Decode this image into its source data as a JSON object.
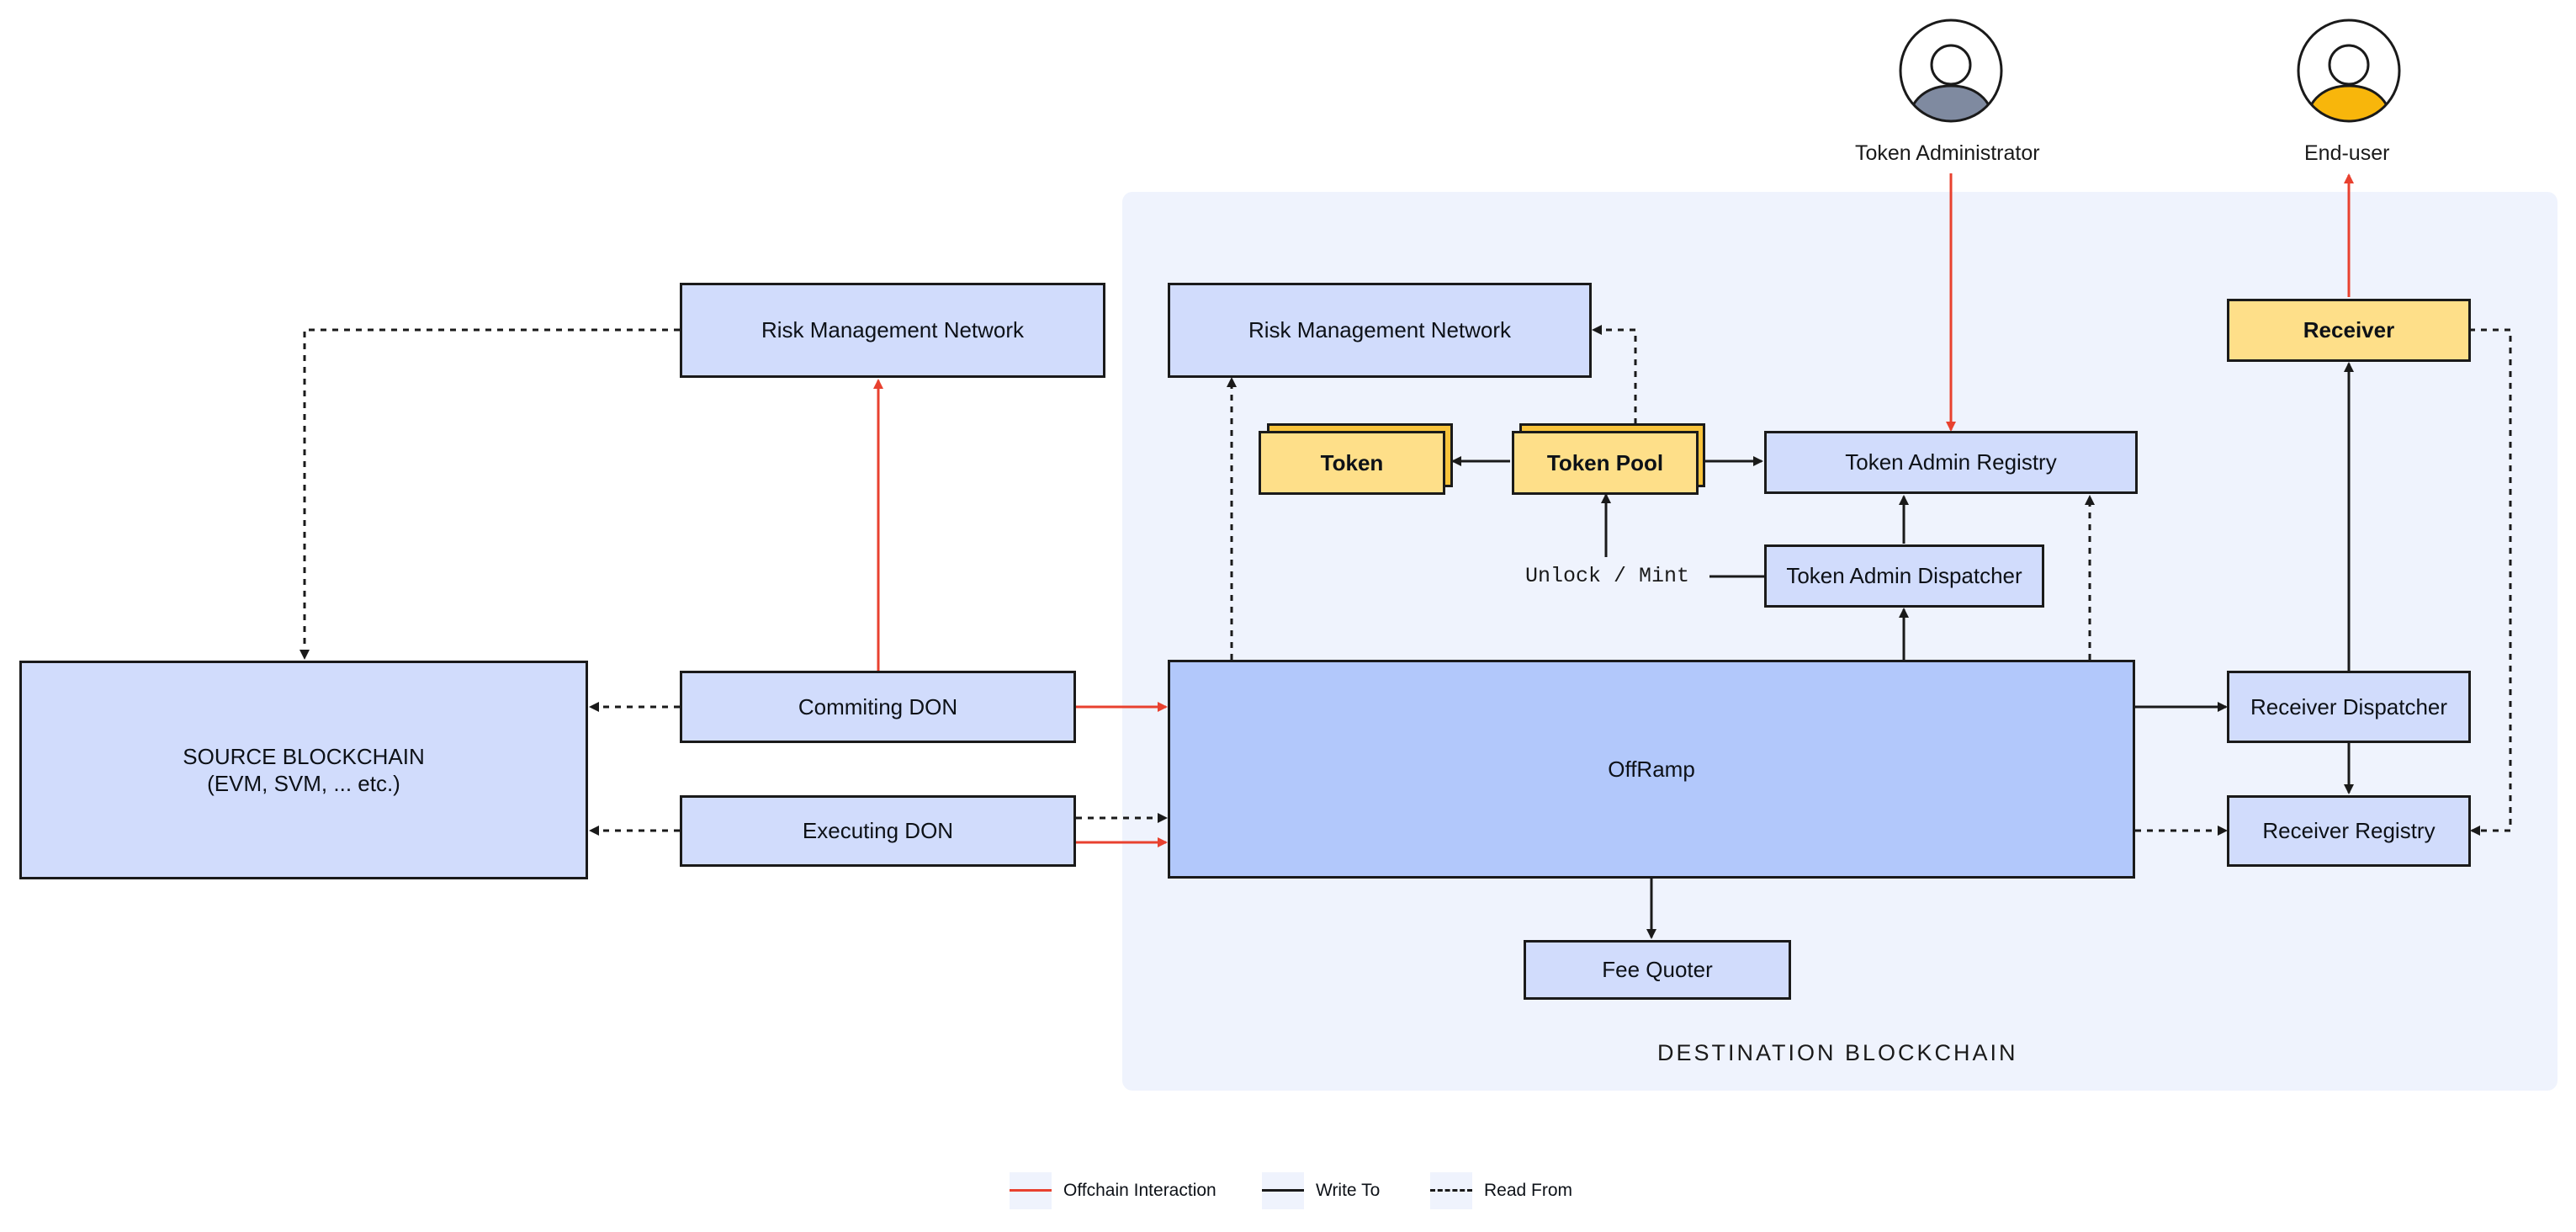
{
  "colors": {
    "offchain": "#e8412f",
    "write": "#1a1a1a",
    "box_blue": "#d1dcfc",
    "box_blue_strong": "#b2c8fb",
    "box_yellow": "#fedf89",
    "region": "#eff3fd",
    "admin_avatar": "#7f8aa0",
    "user_avatar": "#f8b60b"
  },
  "actors": {
    "token_admin": {
      "label": "Token Administrator",
      "icon": "user-icon"
    },
    "end_user": {
      "label": "End-user",
      "icon": "user-icon"
    }
  },
  "source": {
    "risk_management": "Risk Management Network",
    "source_blockchain": "SOURCE BLOCKCHAIN\n(EVM, SVM, ... etc.)",
    "committing_don": "Commiting DON",
    "executing_don": "Executing DON"
  },
  "destination": {
    "title": "DESTINATION BLOCKCHAIN",
    "risk_management": "Risk Management Network",
    "token": "Token",
    "token_pool": "Token Pool",
    "token_admin_registry": "Token Admin Registry",
    "unlock_mint": "Unlock / Mint",
    "token_admin_dispatcher": "Token Admin Dispatcher",
    "offramp": "OffRamp",
    "fee_quoter": "Fee Quoter",
    "receiver": "Receiver",
    "receiver_dispatcher": "Receiver Dispatcher",
    "receiver_registry": "Receiver Registry"
  },
  "legend": {
    "offchain": "Offchain Interaction",
    "write": "Write To",
    "read": "Read From"
  }
}
